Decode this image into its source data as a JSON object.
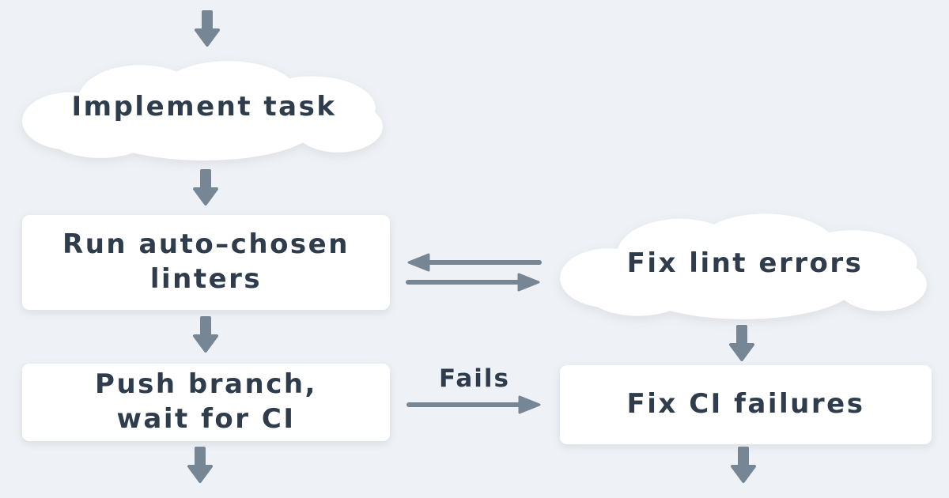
{
  "diagram": {
    "title": "CI lint workflow flowchart",
    "colors": {
      "background": "#eef1f5",
      "node_fill": "#ffffff",
      "arrow": "#778694",
      "text": "#2e3c4c"
    },
    "nodes": {
      "implement_task": {
        "shape": "cloud",
        "label": "Implement task"
      },
      "run_linters": {
        "shape": "rect",
        "label": "Run auto–chosen linters",
        "lines": [
          "Run auto–chosen",
          "linters"
        ]
      },
      "fix_lint_errors": {
        "shape": "cloud",
        "label": "Fix lint errors"
      },
      "push_branch": {
        "shape": "rect",
        "label": "Push branch, wait for CI",
        "lines": [
          "Push branch,",
          "wait for CI"
        ]
      },
      "fix_ci_failures": {
        "shape": "rect",
        "label": "Fix CI failures"
      }
    },
    "labels": {
      "fails": "Fails"
    },
    "edges": [
      {
        "from": "start",
        "to": "implement_task",
        "type": "arrow-down"
      },
      {
        "from": "implement_task",
        "to": "run_linters",
        "type": "arrow-down"
      },
      {
        "from": "fix_lint_errors",
        "to": "run_linters",
        "type": "arrow-left"
      },
      {
        "from": "run_linters",
        "to": "fix_lint_errors",
        "type": "arrow-right"
      },
      {
        "from": "run_linters",
        "to": "push_branch",
        "type": "arrow-down"
      },
      {
        "from": "fix_lint_errors",
        "to": "fix_ci_failures",
        "type": "arrow-down"
      },
      {
        "from": "push_branch",
        "to": "fix_ci_failures",
        "type": "arrow-right",
        "label": "Fails"
      },
      {
        "from": "push_branch",
        "to": "end",
        "type": "arrow-down"
      },
      {
        "from": "fix_ci_failures",
        "to": "end",
        "type": "arrow-down"
      }
    ]
  }
}
